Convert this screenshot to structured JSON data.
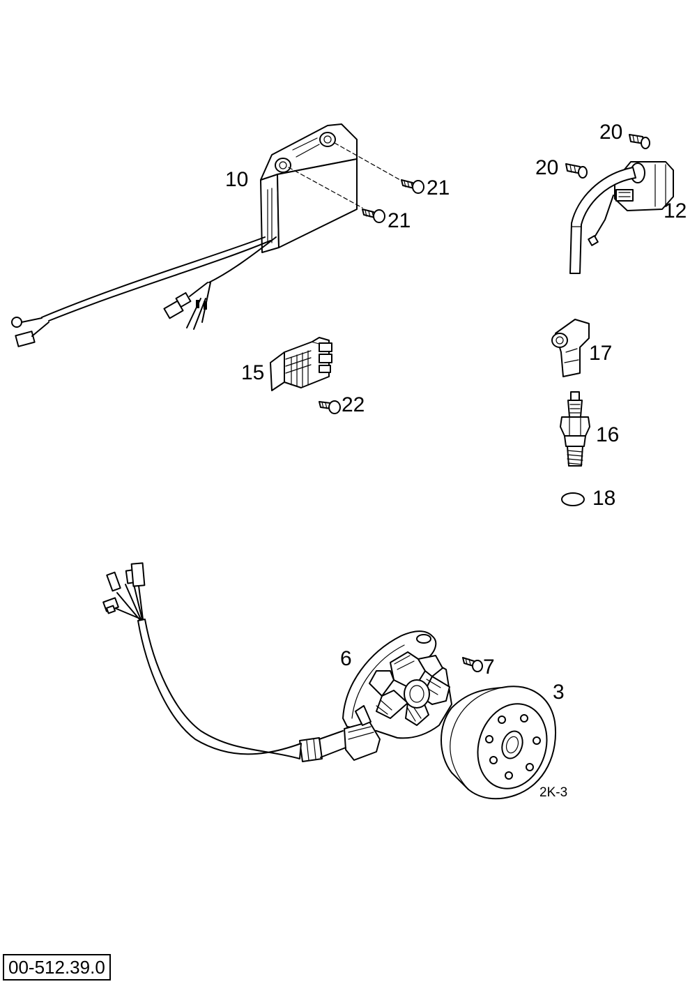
{
  "callouts": [
    {
      "id": "10",
      "text": "10"
    },
    {
      "id": "21a",
      "text": "21"
    },
    {
      "id": "21b",
      "text": "21"
    },
    {
      "id": "20a",
      "text": "20"
    },
    {
      "id": "20b",
      "text": "20"
    },
    {
      "id": "12",
      "text": "12"
    },
    {
      "id": "17",
      "text": "17"
    },
    {
      "id": "15",
      "text": "15"
    },
    {
      "id": "22",
      "text": "22"
    },
    {
      "id": "16",
      "text": "16"
    },
    {
      "id": "18",
      "text": "18"
    },
    {
      "id": "6",
      "text": "6"
    },
    {
      "id": "7",
      "text": "7"
    },
    {
      "id": "3",
      "text": "3"
    }
  ],
  "view_tag": "2K-3",
  "drawing_number": "00-512.39.0",
  "colors": {
    "line": "#000000",
    "background": "#ffffff"
  }
}
